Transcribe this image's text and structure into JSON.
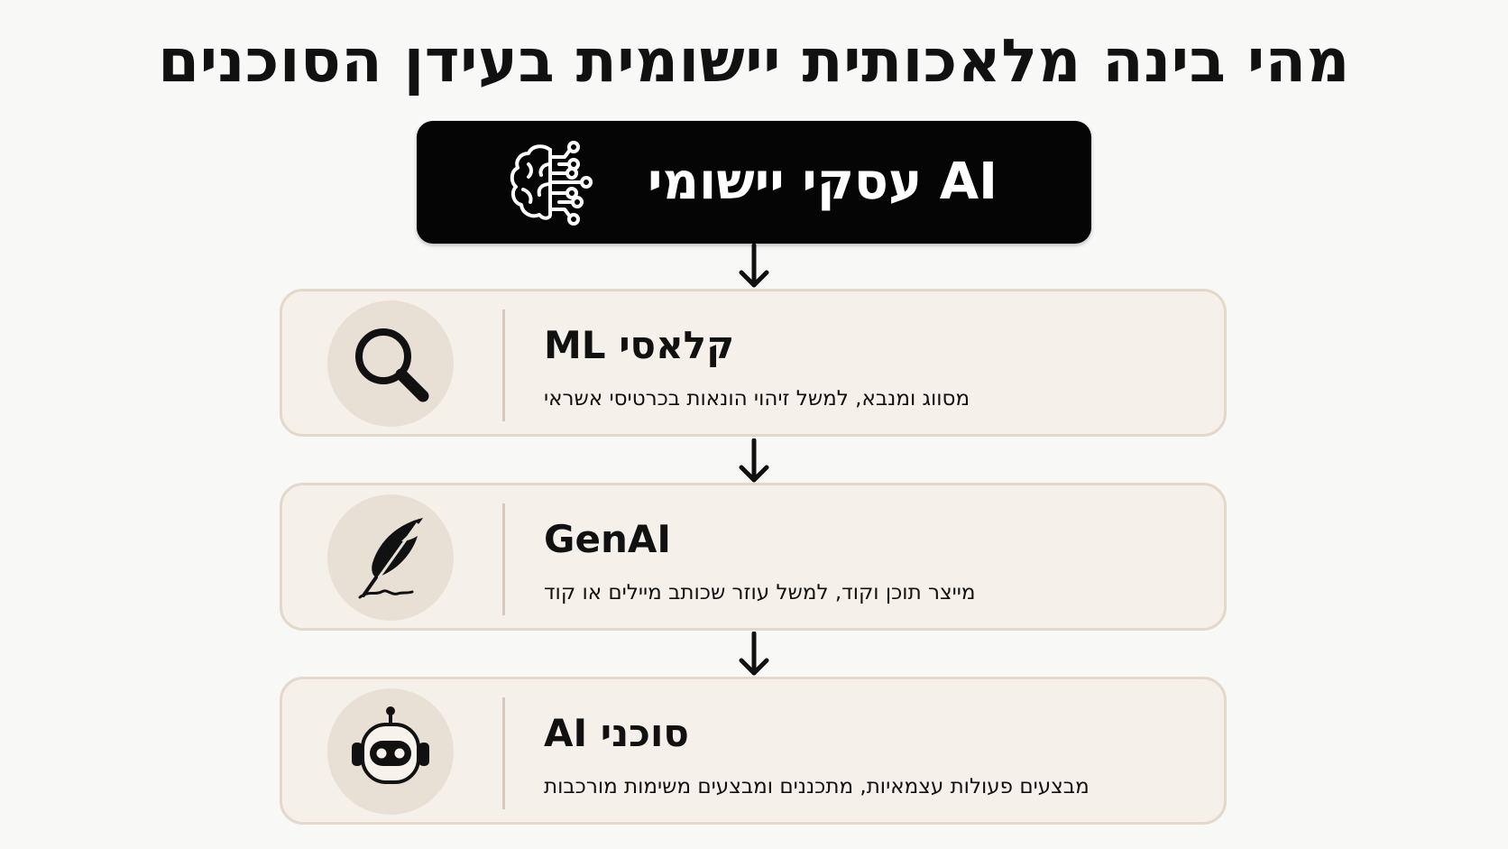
{
  "title": "מהי בינה מלאכותית יישומית בעידן הסוכנים",
  "header": {
    "label": "AI עסקי יישומי",
    "icon": "brain-circuit-icon"
  },
  "cards": [
    {
      "title": "ML קלאסי",
      "description": "מסווג ומנבא, למשל זיהוי הונאות בכרטיסי אשראי",
      "icon": "magnifying-glass-icon"
    },
    {
      "title": "GenAI",
      "description": "מייצר תוכן וקוד, למשל עוזר שכותב מיילים או קוד",
      "icon": "feather-quill-icon"
    },
    {
      "title": "AI סוכני",
      "description": "מבצעים פעולות עצמאיות, מתכננים ומבצעים משימות מורכבות",
      "icon": "robot-icon"
    }
  ],
  "colors": {
    "background": "#f8f8f7",
    "header_fill": "#050505",
    "card_fill": "#f5f1ea",
    "card_border": "#e3d8c9",
    "icon_circle": "#e8e0d4"
  }
}
